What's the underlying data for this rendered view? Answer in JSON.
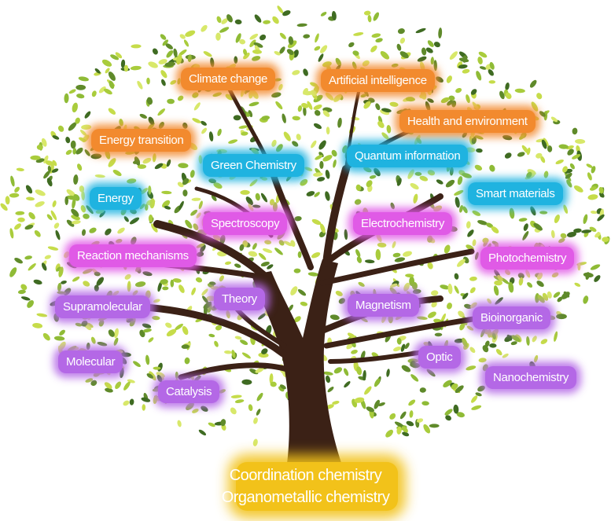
{
  "diagram": {
    "type": "concept-tree",
    "root": {
      "line1": "Coordination chemistry",
      "line2": "Organometallic chemistry",
      "color": "#f2c21a"
    },
    "colors": {
      "orange": "#f28a2e",
      "blue": "#1fb3e0",
      "magenta": "#e05ae6",
      "purple": "#b468e6",
      "trunk": "#3b2116",
      "leaf_light": "#c6dc4a",
      "leaf_dark": "#5f8a2a"
    },
    "labels": {
      "climate_change": "Climate change",
      "artificial_intelligence": "Artificial intelligence",
      "health_environment": "Health and environment",
      "energy_transition": "Energy transition",
      "green_chemistry": "Green Chemistry",
      "quantum_information": "Quantum information",
      "energy": "Energy",
      "smart_materials": "Smart materials",
      "spectroscopy": "Spectroscopy",
      "electrochemistry": "Electrochemistry",
      "reaction_mechanisms": "Reaction mechanisms",
      "photochemistry": "Photochemistry",
      "supramolecular": "Supramolecular",
      "theory": "Theory",
      "magnetism": "Magnetism",
      "bioinorganic": "Bioinorganic",
      "molecular": "Molecular",
      "optic": "Optic",
      "catalysis": "Catalysis",
      "nanochemistry": "Nanochemistry"
    }
  }
}
